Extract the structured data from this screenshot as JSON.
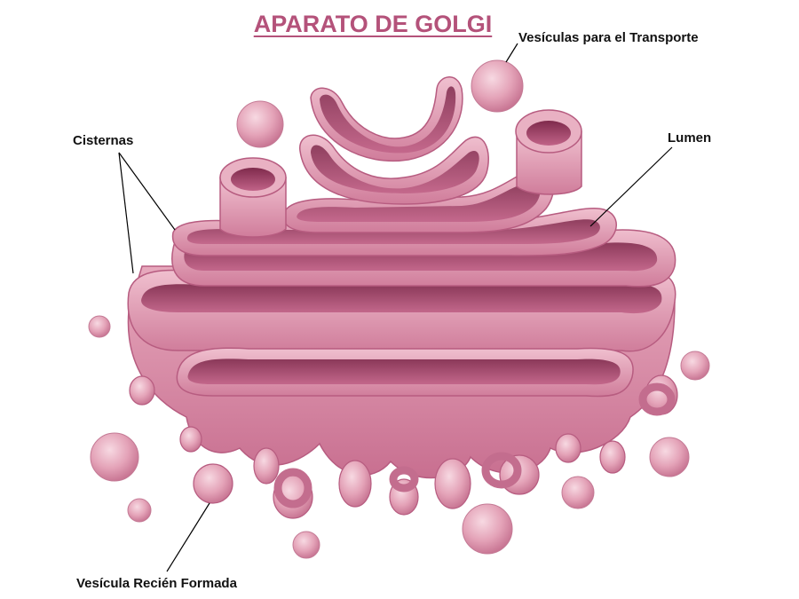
{
  "title": "APARATO DE GOLGI",
  "labels": {
    "transport_vesicles": "Vesículas para el Transporte",
    "cisternae": "Cisternas",
    "lumen": "Lumen",
    "new_vesicle": "Vesícula Recién Formada"
  },
  "colors": {
    "title": "#b4527a",
    "membrane": "#d98aa6",
    "membrane_dark": "#a84a6e",
    "lumen": "#8e3358",
    "highlight": "#f3c9d6",
    "label_text": "#111111"
  }
}
